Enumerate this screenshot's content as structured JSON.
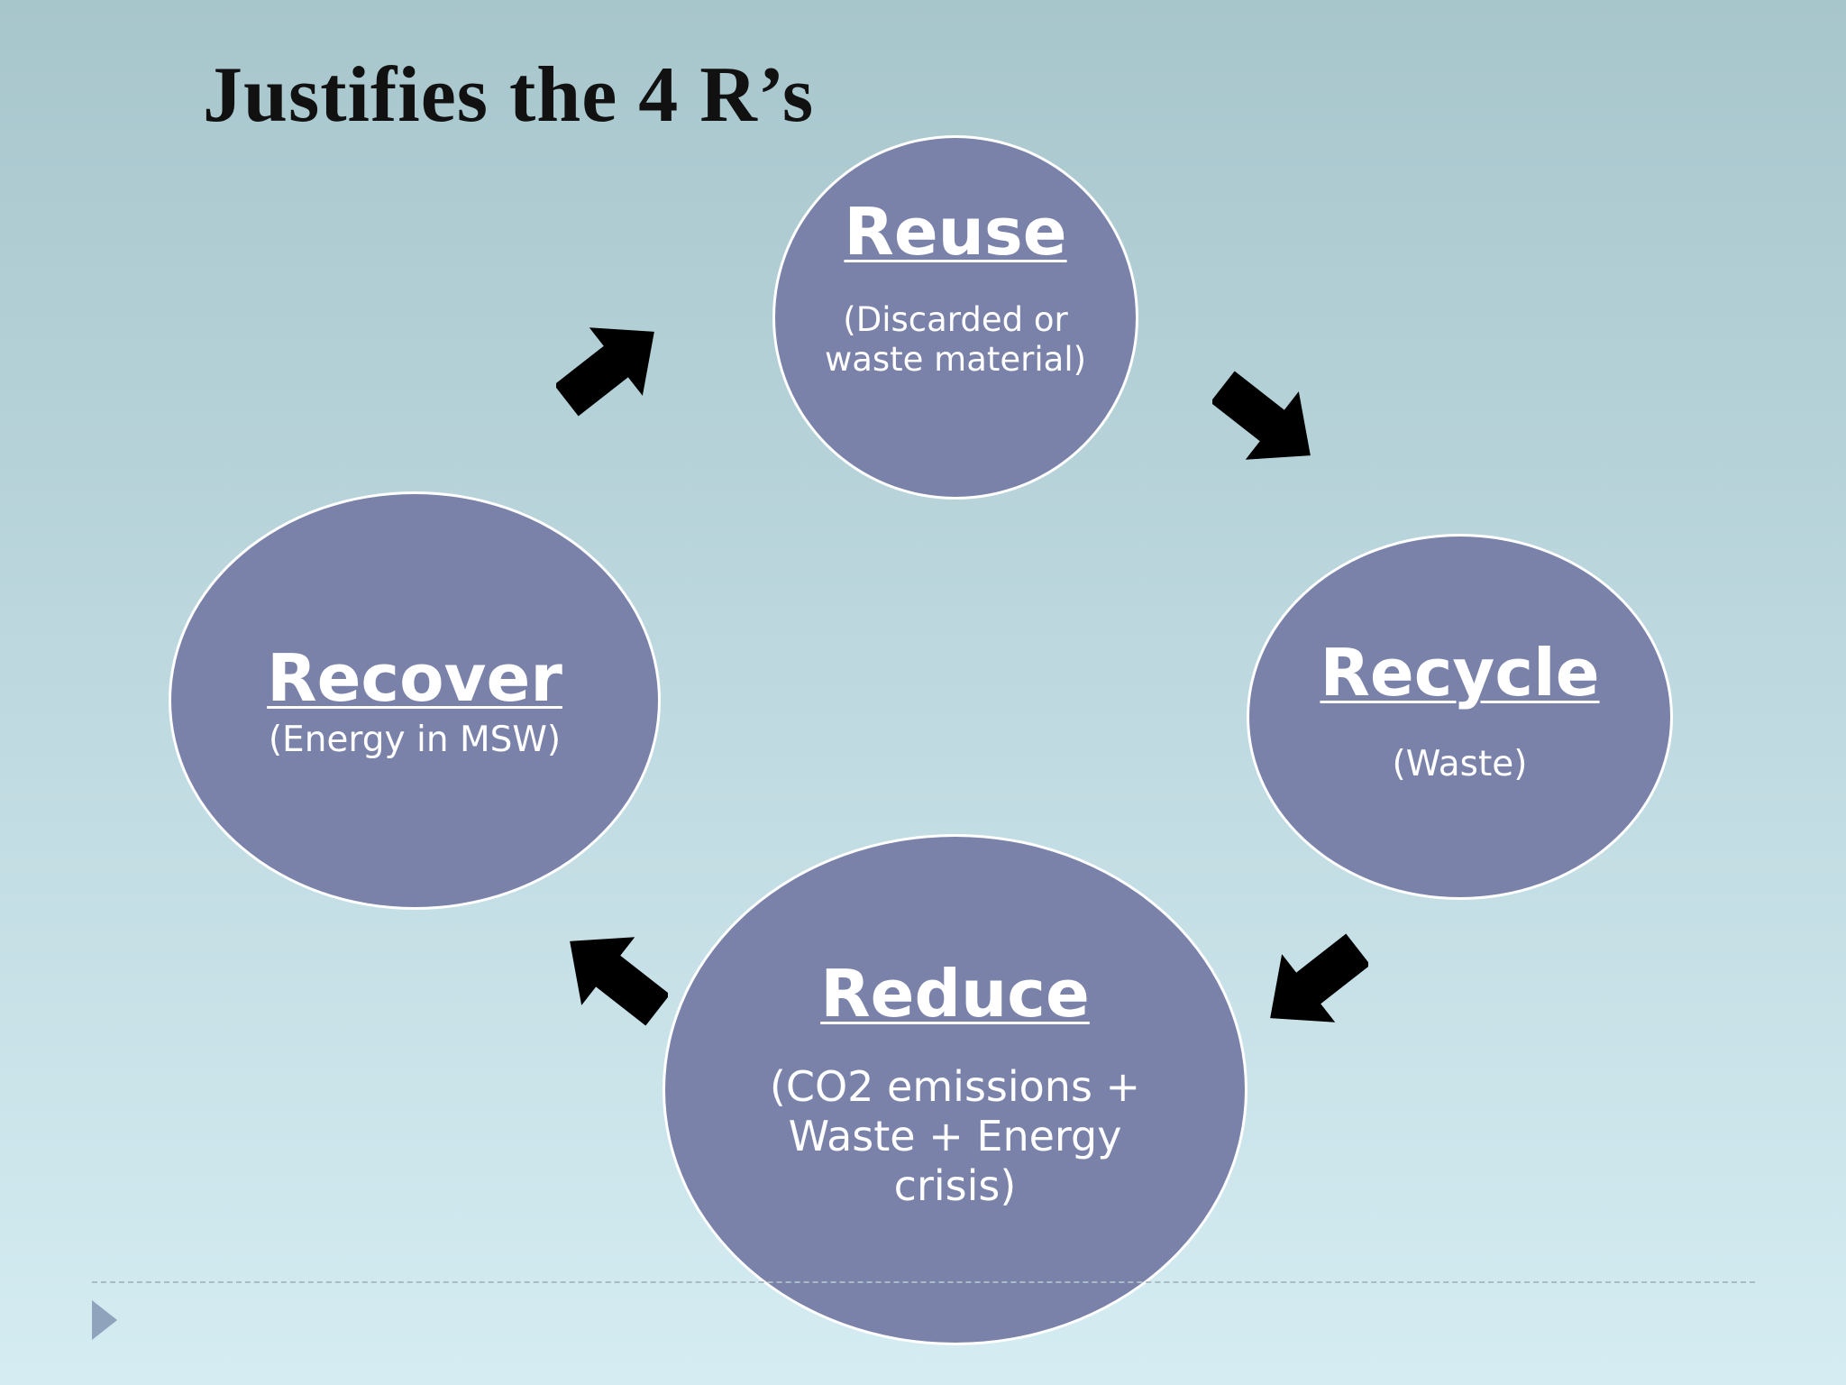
{
  "slide": {
    "title": "Justifies the 4 R’s"
  },
  "cycle": {
    "reuse": {
      "title": "Reuse",
      "desc_line1": "(Discarded or",
      "desc_line2": "waste material)"
    },
    "recycle": {
      "title": "Recycle",
      "desc": "(Waste)"
    },
    "reduce": {
      "title": "Reduce",
      "desc_line1": "(CO2 emissions +",
      "desc_line2": "Waste + Energy",
      "desc_line3": "crisis)"
    },
    "recover": {
      "title": "Recover",
      "desc": "(Energy in MSW)"
    }
  },
  "colors": {
    "node_fill": "#7a82aa",
    "node_border": "#ffffff",
    "arrow": "#000000",
    "title_text": "#111111"
  },
  "icons": {
    "arrows": "black-block-arrow-icon",
    "bullet": "triangle-bullet-icon"
  }
}
